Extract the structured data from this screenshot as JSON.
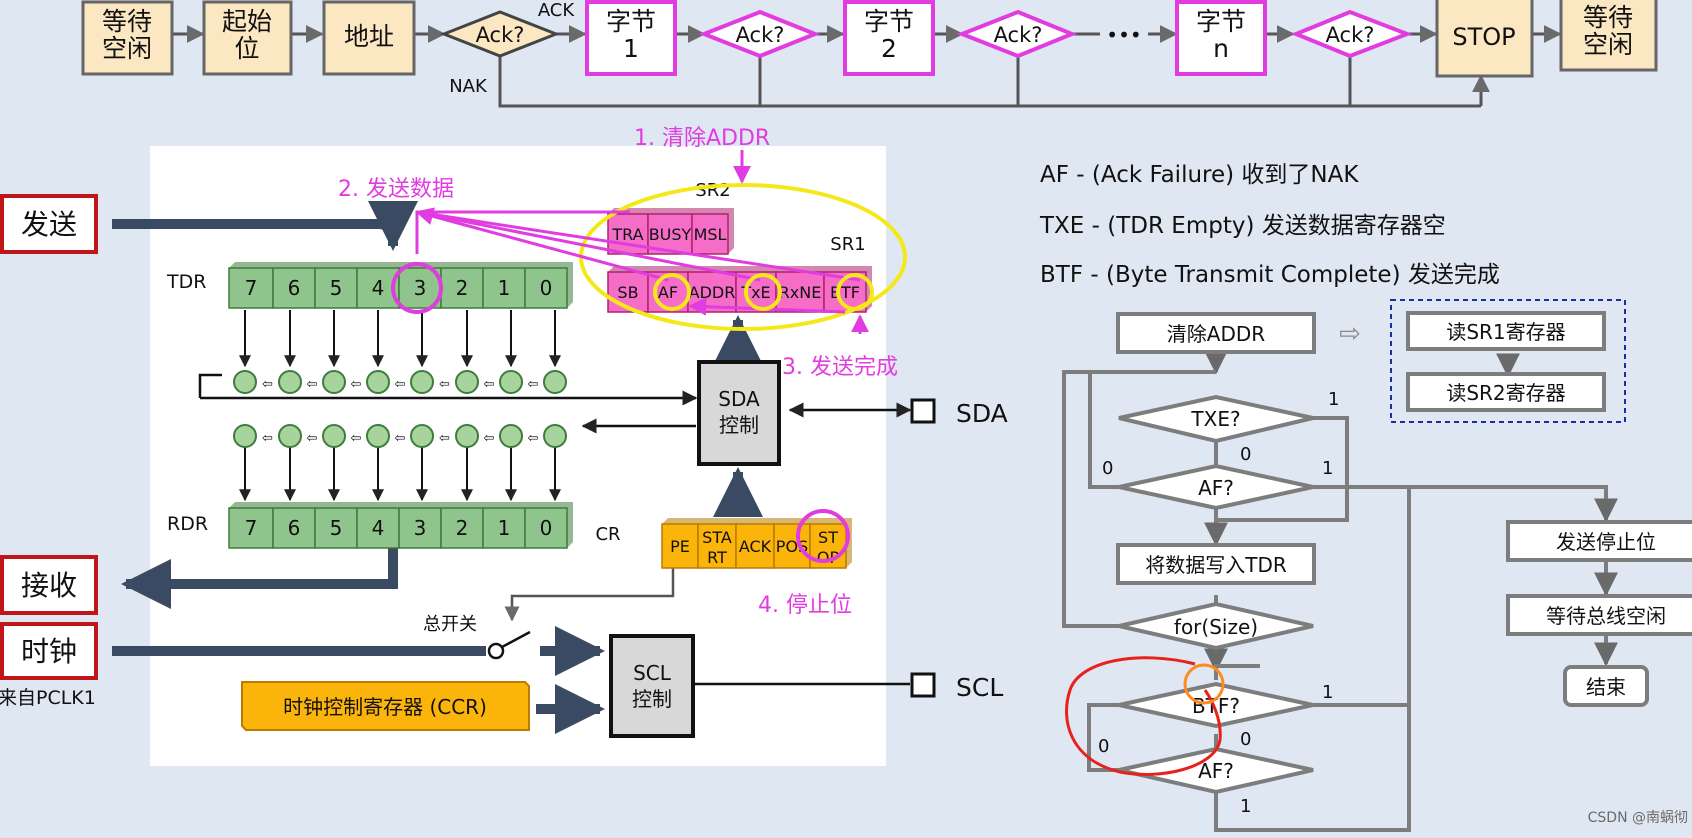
{
  "flow": {
    "wait_idle": "等待\n空闲",
    "start_bit": "起始\n位",
    "address": "地址",
    "ack_q": "Ack?",
    "ack_label": "ACK",
    "nak_label": "NAK",
    "byte1": "字节\n1",
    "byte2": "字节\n2",
    "byten": "字节\nn",
    "ellipsis": "•••",
    "stop": "STOP",
    "wait_idle_end": "等待\n空闲"
  },
  "steps": {
    "step1": "1. 清除ADDR",
    "step2": "2. 发送数据",
    "step3": "3. 发送完成",
    "step4": "4. 停止位"
  },
  "regs": {
    "sr2_label": "SR2",
    "sr1_label": "SR1",
    "sr2_cells": [
      "TRA",
      "BUSY",
      "MSL"
    ],
    "sr1_cells": [
      "SB",
      "AF",
      "ADDR",
      "TxE",
      "RxNE",
      "BTF"
    ],
    "cr_label": "CR",
    "cr_cells": [
      "PE",
      "STA\nRT",
      "ACK",
      "POS",
      "ST\nOP"
    ]
  },
  "hw": {
    "tdr_label": "TDR",
    "rdr_label": "RDR",
    "tdr_bits": [
      "7",
      "6",
      "5",
      "4",
      "3",
      "2",
      "1",
      "0"
    ],
    "rdr_bits": [
      "7",
      "6",
      "5",
      "4",
      "3",
      "2",
      "1",
      "0"
    ],
    "sda_ctrl": "SDA\n控制",
    "scl_ctrl": "SCL\n控制",
    "sda": "SDA",
    "scl": "SCL",
    "master_switch": "总开关",
    "ccr": "时钟控制寄存器 (CCR)",
    "send": "发送",
    "receive": "接收",
    "clock": "时钟",
    "from_pclk1": "来自PCLK1"
  },
  "legend": {
    "af": "AF  - (Ack Failure) 收到了NAK",
    "txe": "TXE - (TDR Empty) 发送数据寄存器空",
    "btf": "BTF - (Byte Transmit Complete) 发送完成"
  },
  "flowchart": {
    "clear_addr": "清除ADDR",
    "read_sr1": "读SR1寄存器",
    "read_sr2": "读SR2寄存器",
    "txe_q": "TXE?",
    "af_q": "AF?",
    "write_tdr": "将数据写入TDR",
    "for_size": "for(Size)",
    "btf_q": "BTF?",
    "af_q2": "AF?",
    "send_stop": "发送停止位",
    "wait_bus_idle": "等待总线空闲",
    "end": "结束",
    "one": "1",
    "zero": "0"
  },
  "watermark": "CSDN @南蜗彻",
  "colors": {
    "background": "#dfe7f2",
    "tan_box": "#fbe7c2",
    "magenta": "#e03ce0",
    "pink_reg": "#f56dc6",
    "green_reg": "#8fc58c",
    "orange_reg": "#fbb40a",
    "yellow_highlight": "#f5e81a",
    "flow_gray": "#7d7d7d",
    "red_border": "#c0161a"
  }
}
